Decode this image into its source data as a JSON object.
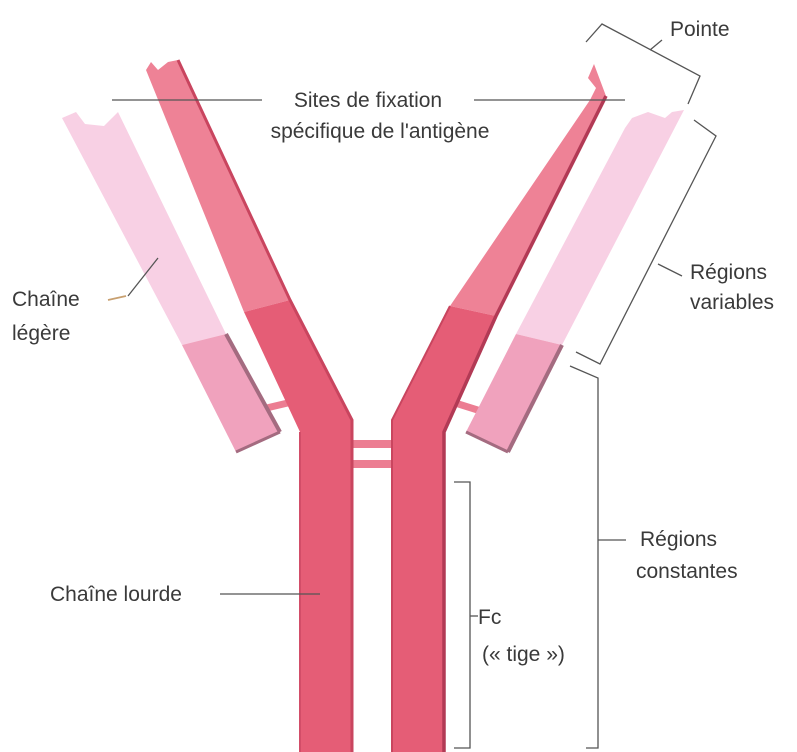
{
  "labels": {
    "pointe": "Pointe",
    "sites_line1": "Sites de fixation",
    "sites_line2": "spécifique de l'antigène",
    "chaine_legere_1": "Chaîne",
    "chaine_legere_2": "légère",
    "regions_variables_1": "Régions",
    "regions_variables_2": "variables",
    "regions_constantes_1": "Régions",
    "regions_constantes_2": "constantes",
    "chaine_lourde": "Chaîne lourde",
    "fc_1": "Fc",
    "fc_2": "(« tige »)"
  },
  "colors": {
    "heavy_variable": "#ee8296",
    "heavy_constant": "#e55d76",
    "heavy_dark_edge": "#b23a55",
    "light_variable": "#f8d0e4",
    "light_constant": "#f0a2bd",
    "light_dark_edge": "#a46b80",
    "disulfide": "#ec7d92"
  }
}
